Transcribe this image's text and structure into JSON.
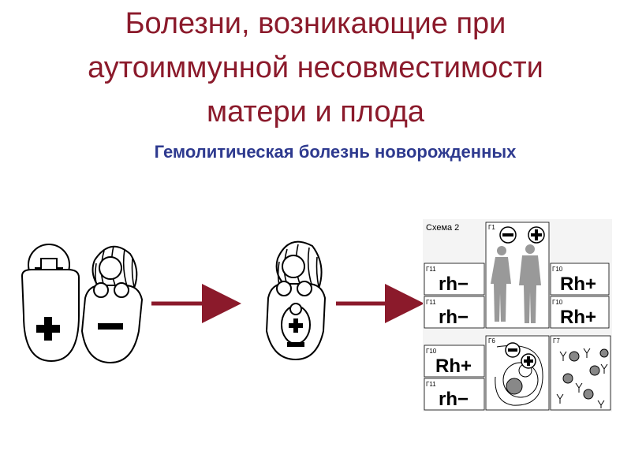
{
  "slide": {
    "title": "Болезни, возникающие при\nаутоиммунной несовместимости\nматери и плода",
    "subtitle": "Гемолитическая болезнь новорожденных"
  },
  "scheme": {
    "label": "Схема 2",
    "cells": {
      "g1": "Г1",
      "g11a": "Г11",
      "g11b": "Г11",
      "g10a": "Г10",
      "g10b": "Г10",
      "g10c": "Г10",
      "g11c": "Г11",
      "g6": "Г6",
      "g7": "Г7"
    },
    "rh_neg": "rh−",
    "rh_pos": "Rh+"
  },
  "colors": {
    "title": "#8b1a2b",
    "subtitle": "#2e3a8f",
    "arrow": "#8b1a2b"
  }
}
